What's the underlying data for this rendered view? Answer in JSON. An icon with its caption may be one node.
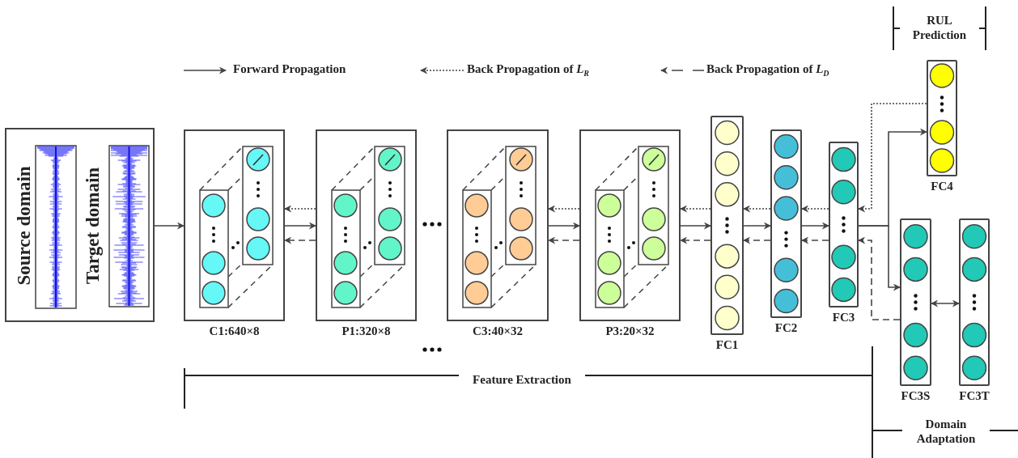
{
  "diagram": {
    "nodes": [
      {
        "text": [
          "Source domain",
          "Target domain"
        ]
      },
      {
        "text": [],
        "shape": "box",
        "beside": [
          "C1:640×8"
        ]
      },
      {
        "text": [],
        "shape": "box",
        "beside": [
          "P1:320×8"
        ]
      },
      {
        "text": [],
        "shape": "box",
        "beside": [
          "C3:40×32"
        ]
      },
      {
        "text": [],
        "shape": "box",
        "beside": [
          "P3:20×32"
        ]
      },
      {
        "text": [],
        "shape": "bar",
        "beside": [
          "FC1"
        ]
      },
      {
        "text": [],
        "shape": "bar",
        "beside": [
          "FC2"
        ]
      },
      {
        "text": [],
        "shape": "bar",
        "beside": [
          "FC3"
        ]
      },
      {
        "text": [],
        "shape": "bar",
        "beside": [
          "FC4"
        ]
      },
      {
        "text": [],
        "shape": "bar",
        "beside": [
          "FC3S"
        ]
      },
      {
        "text": [],
        "shape": "bar",
        "beside": [
          "FC3T"
        ]
      }
    ],
    "edges": [
      {
        "from": 0,
        "to": 1,
        "arrow": "to"
      },
      {
        "from": 1,
        "to": 2,
        "arrow": "to"
      },
      {
        "from": 2,
        "to": 1,
        "arrow": "to",
        "style": "dashed"
      },
      {
        "from": 2,
        "to": 1,
        "arrow": "to",
        "style": "dashed"
      },
      {
        "from": 3,
        "to": 4,
        "arrow": "to"
      },
      {
        "from": 4,
        "to": 3,
        "arrow": "to",
        "style": "dashed"
      },
      {
        "from": 4,
        "to": 3,
        "arrow": "to",
        "style": "dashed"
      },
      {
        "from": 4,
        "to": 5,
        "arrow": "to"
      },
      {
        "from": 5,
        "to": 4,
        "arrow": "to",
        "style": "dashed"
      },
      {
        "from": 5,
        "to": 4,
        "arrow": "to",
        "style": "dashed"
      },
      {
        "from": 5,
        "to": 6,
        "arrow": "to"
      },
      {
        "from": 6,
        "to": 5,
        "arrow": "to",
        "style": "dashed"
      },
      {
        "from": 6,
        "to": 5,
        "arrow": "to",
        "style": "dashed"
      },
      {
        "from": 6,
        "to": 7,
        "arrow": "to"
      },
      {
        "from": 7,
        "to": 6,
        "arrow": "to",
        "style": "dashed"
      },
      {
        "from": 7,
        "to": 6,
        "arrow": "to",
        "style": "dashed"
      },
      {
        "from": 7,
        "to": 8,
        "arrow": "to"
      },
      {
        "from": 7,
        "to": 9,
        "arrow": "to"
      },
      {
        "from": 8,
        "to": 7,
        "arrow": "to",
        "style": "dashed"
      },
      {
        "from": 9,
        "to": 7,
        "arrow": "to",
        "style": "dashed"
      },
      {
        "from": 9,
        "to": 10,
        "arrow": "both"
      }
    ],
    "labels": [
      "RUL Prediction",
      "Feature Extraction",
      "Domain Adaptation"
    ],
    "legend": [
      {
        "text": "Forward  Propagation"
      },
      {
        "text": "Back Propagation of *L*$_{R}$"
      },
      {
        "text": "Back Propagation of *L*$_{D}$"
      }
    ]
  }
}
